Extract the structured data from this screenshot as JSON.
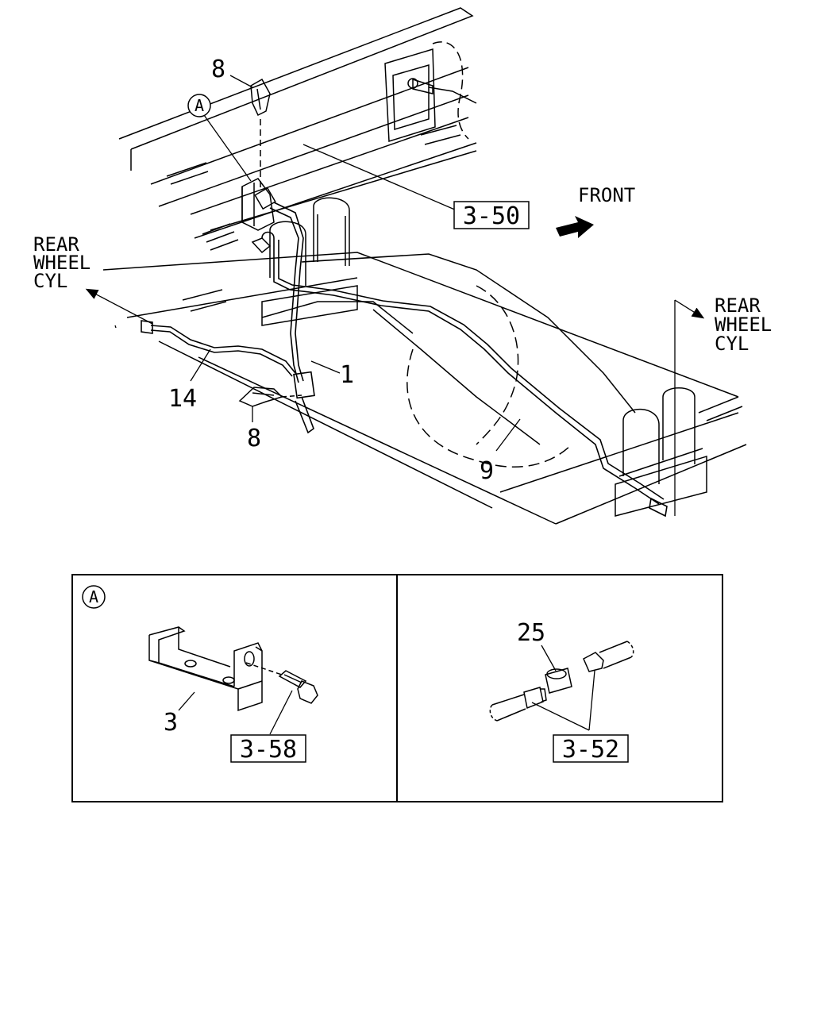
{
  "main_view": {
    "directions": {
      "rear_wheel_cyl_left": [
        "REAR",
        "WHEEL",
        "CYL"
      ],
      "rear_wheel_cyl_right": [
        "REAR",
        "WHEEL",
        "CYL"
      ],
      "front": "FRONT"
    },
    "callouts": {
      "clip_top": "8",
      "clip_bottom": "8",
      "hose": "1",
      "pipe_left": "14",
      "pipe_right": "9",
      "detail_marker": "A"
    },
    "ref_boxes": {
      "frame": "3-50"
    }
  },
  "detail_a": {
    "marker": "A",
    "bracket": "3",
    "ref": "3-58"
  },
  "detail_b": {
    "union": "25",
    "ref": "3-52"
  }
}
